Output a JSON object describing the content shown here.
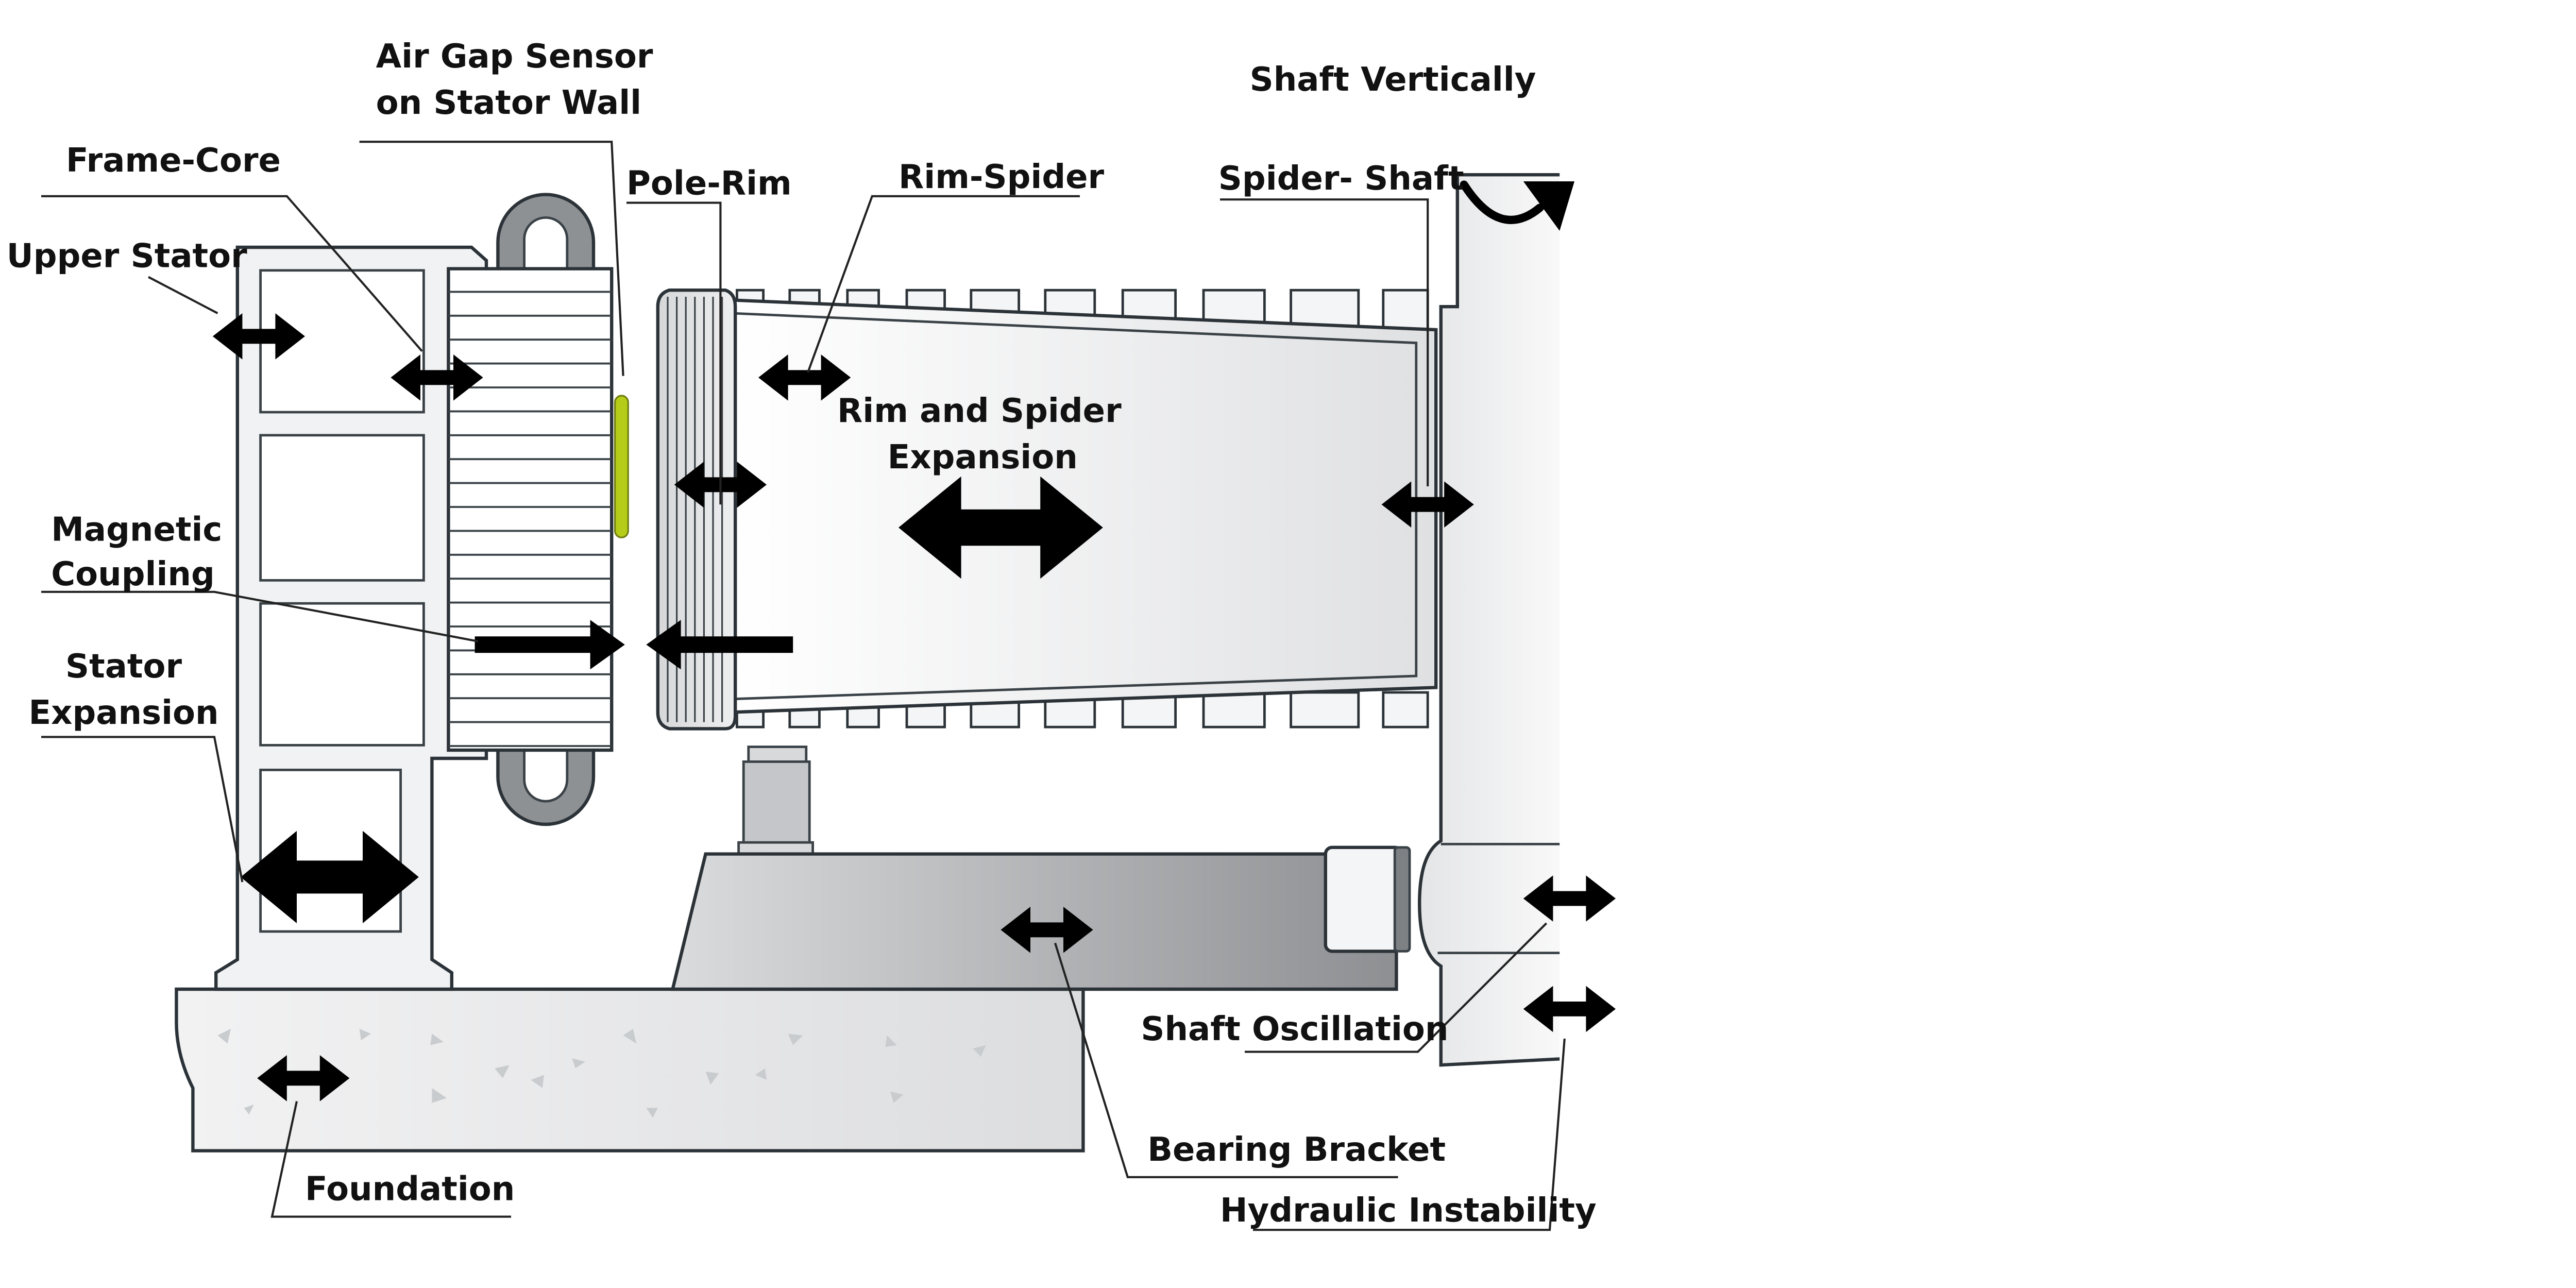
{
  "labels": {
    "air_gap_sensor_line1": "Air Gap Sensor",
    "air_gap_sensor_line2": "on  Stator Wall",
    "frame_core": "Frame-Core",
    "upper_stator": "Upper Stator",
    "pole_rim": "Pole-Rim",
    "rim_spider": "Rim-Spider",
    "shaft_vertically": "Shaft Vertically",
    "spider_shaft": "Spider- Shaft",
    "rim_and_spider_expansion_line1": "Rim and Spider",
    "rim_and_spider_expansion_line2": "Expansion",
    "magnetic_coupling_line1": "Magnetic",
    "magnetic_coupling_line2": "Coupling",
    "stator_expansion_line1": "Stator",
    "stator_expansion_line2": "Expansion",
    "shaft_oscillation": "Shaft Oscillation",
    "bearing_bracket": "Bearing Bracket",
    "foundation": "Foundation",
    "hydraulic_instability": "Hydraulic Instability"
  },
  "colors": {
    "outline": "#2c3338",
    "arrow": "#000000",
    "sensor": "#b5cc18",
    "stator_frame": "#f1f2f3",
    "bearing_bracket": "#9c9ea0",
    "ring_lug": "#8e9194"
  }
}
